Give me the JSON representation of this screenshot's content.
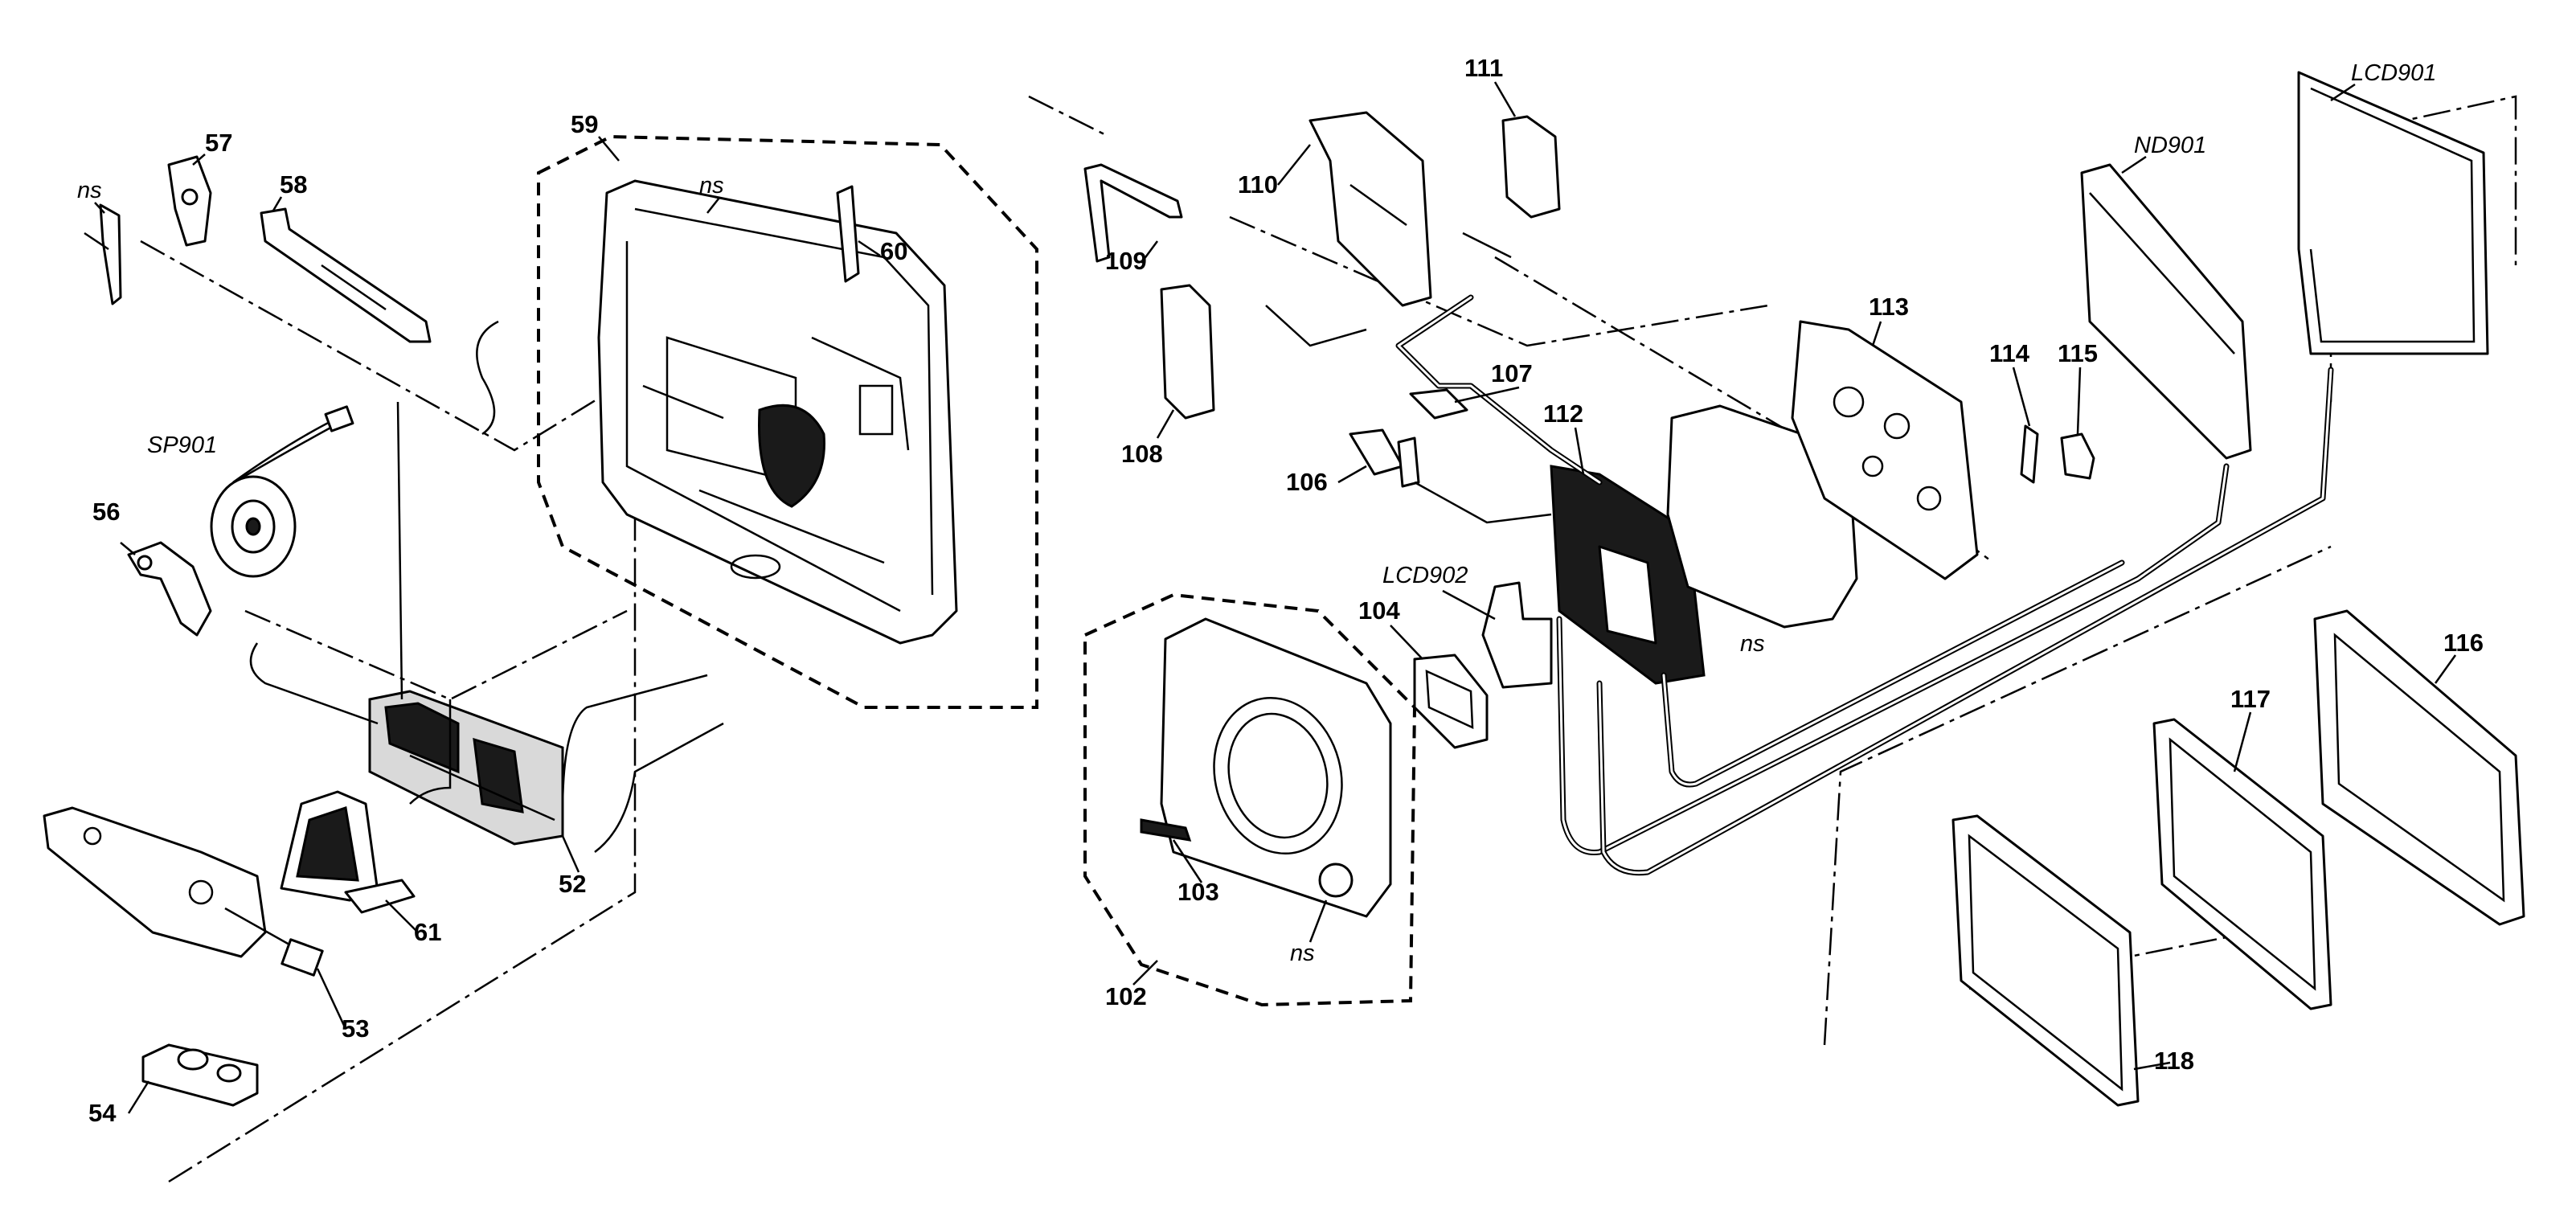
{
  "labels": {
    "ns_a": "ns",
    "p57": "57",
    "p58": "58",
    "p59": "59",
    "ns_b": "ns",
    "p60": "60",
    "sp901": "SP901",
    "p56": "56",
    "p52": "52",
    "p61": "61",
    "p53": "53",
    "p54": "54",
    "p109": "109",
    "p110": "110",
    "p111": "111",
    "p108": "108",
    "p107": "107",
    "p106": "106",
    "p112": "112",
    "lcd902": "LCD902",
    "p104": "104",
    "p103": "103",
    "ns_c": "ns",
    "p102": "102",
    "p113": "113",
    "ns_d": "ns",
    "p114": "114",
    "p115": "115",
    "nd901": "ND901",
    "lcd901": "LCD901",
    "p116": "116",
    "p117": "117",
    "p118": "118"
  },
  "icons": {
    "speaker": "speaker-icon",
    "lcd_panel": "lcd-panel-icon",
    "circuit_board": "circuit-board-icon"
  }
}
